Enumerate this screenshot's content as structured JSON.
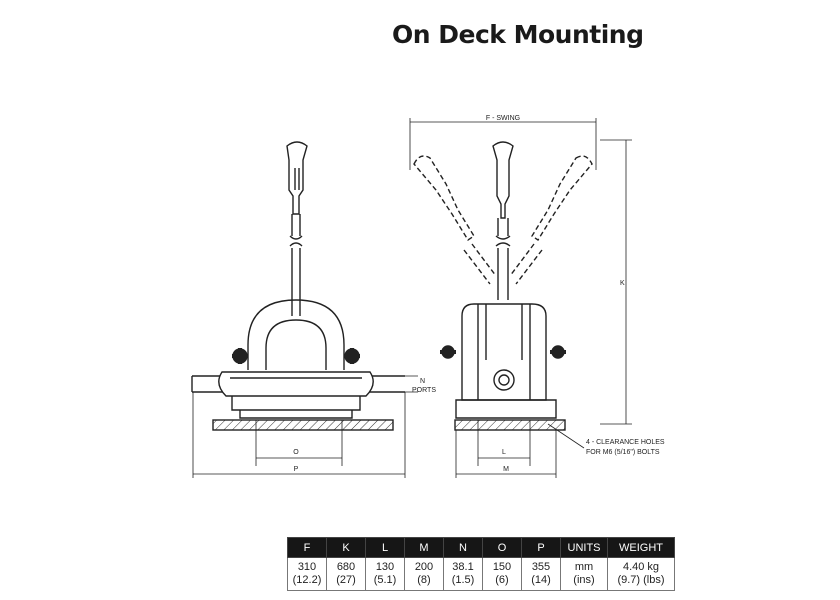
{
  "title": "On Deck Mounting",
  "labels": {
    "f_swing": "F - SWING",
    "k": "K",
    "n_ports_1": "N",
    "n_ports_2": "PORTS",
    "o": "O",
    "p": "P",
    "l": "L",
    "m": "M",
    "holes_1": "4 - CLEARANCE HOLES",
    "holes_2": "FOR M6 (5/16\") BOLTS"
  },
  "table": {
    "headers": [
      "F",
      "K",
      "L",
      "M",
      "N",
      "O",
      "P",
      "UNITS",
      "WEIGHT"
    ],
    "row": [
      "310\n(12.2)",
      "680\n(27)",
      "130\n(5.1)",
      "200\n(8)",
      "38.1\n(1.5)",
      "150\n(6)",
      "355\n(14)",
      "mm\n(ins)",
      "4.40  kg\n(9.7) (lbs)"
    ]
  }
}
